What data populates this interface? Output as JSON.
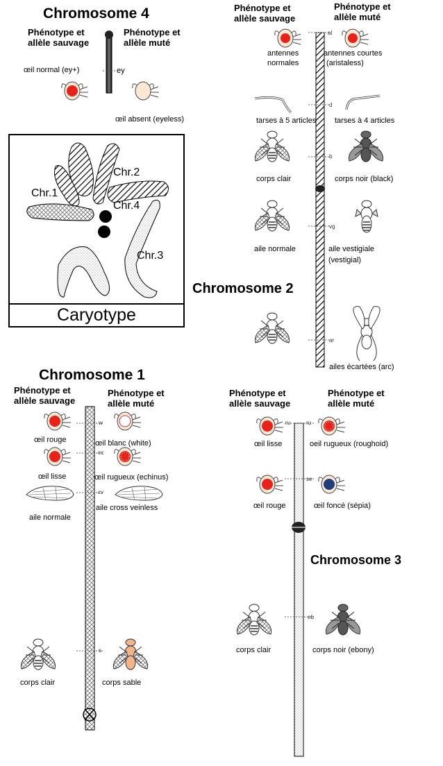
{
  "chromosome4": {
    "title": "Chromosome 4",
    "wild_header_1": "Phénotype et",
    "wild_header_2": "allèle sauvage",
    "mut_header_1": "Phénotype et",
    "mut_header_2": "allèle muté",
    "gene": "ey",
    "wild_label": "œil normal (ey+)",
    "mut_label": "œil absent (eyeless)"
  },
  "karyotype": {
    "title": "Caryotype",
    "chr1": "Chr.1",
    "chr2": "Chr.2",
    "chr3": "Chr.3",
    "chr4": "Chr.4"
  },
  "chromosome2": {
    "title": "Chromosome 2",
    "wild_header_1": "Phénotype et",
    "wild_header_2": "allèle sauvage",
    "mut_header_1": "Phénotype et",
    "mut_header_2": "allèle muté",
    "genes": [
      "al",
      "d",
      "b",
      "vg",
      "ar"
    ],
    "wild_labels": [
      "antennes",
      "normales",
      "tarses à 5 articles",
      "corps clair",
      "aile normale"
    ],
    "mut_labels": [
      "antennes courtes",
      "(aristaless)",
      "tarses à 4 articles",
      "corps noir (black)",
      "aile vestigiale",
      "(vestigial)",
      "ailes écartées (arc)"
    ]
  },
  "chromosome1": {
    "title": "Chromosome 1",
    "wild_header_1": "Phénotype et",
    "wild_header_2": "allèle sauvage",
    "mut_header_1": "Phénotype et",
    "mut_header_2": "allèle muté",
    "genes": [
      "w",
      "ec",
      "cv",
      "s"
    ],
    "wild_labels": [
      "œil rouge",
      "œil lisse",
      "aile normale",
      "corps clair"
    ],
    "mut_labels": [
      "œil blanc (white)",
      "œil rugueux (echinus)",
      "aile cross veinless",
      "corps sable"
    ]
  },
  "chromosome3": {
    "title": "Chromosome 3",
    "wild_header_1": "Phénotype et",
    "wild_header_2": "allèle sauvage",
    "mut_header_1": "Phénotype et",
    "mut_header_2": "allèle muté",
    "genes": [
      "ru",
      "ru",
      "se",
      "eb"
    ],
    "wild_labels": [
      "œil lisse",
      "œil rouge",
      "corps clair"
    ],
    "mut_labels": [
      "oeil rugueux (roughoid)",
      "œil foncé (sépia)",
      "corps noir (ebony)"
    ]
  },
  "colors": {
    "eye_red": "#e8221b",
    "eye_dark": "#1f3f7a",
    "sable": "#f2b48a",
    "body_dark": "#555555",
    "chr_stroke": "#000000"
  }
}
